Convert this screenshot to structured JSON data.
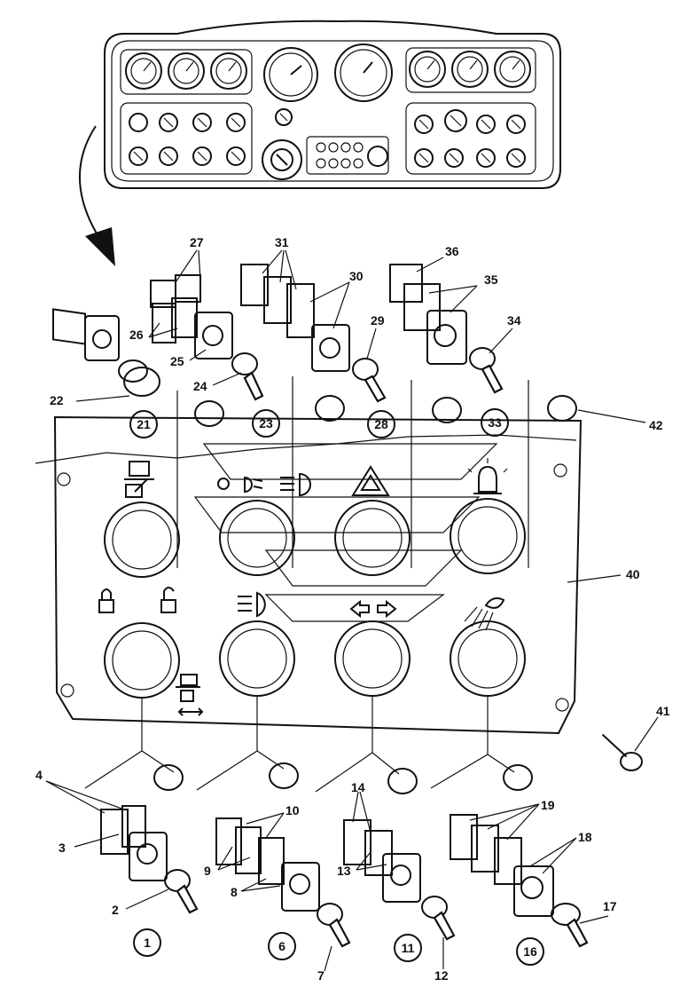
{
  "callouts": {
    "c1": "1",
    "c2": "2",
    "c3": "3",
    "c4": "4",
    "c6": "6",
    "c7": "7",
    "c8": "8",
    "c9": "9",
    "c10": "10",
    "c11": "11",
    "c12": "12",
    "c13": "13",
    "c14": "14",
    "c16": "16",
    "c17": "17",
    "c18": "18",
    "c19": "19",
    "c21": "21",
    "c22": "22",
    "c23": "23",
    "c24": "24",
    "c25": "25",
    "c26": "26",
    "c27": "27",
    "c28": "28",
    "c29": "29",
    "c30": "30",
    "c31": "31",
    "c33": "33",
    "c34": "34",
    "c35": "35",
    "c36": "36",
    "c40": "40",
    "c41": "41",
    "c42": "42"
  },
  "colors": {
    "line": "#111111",
    "background": "#ffffff"
  },
  "icons": [
    "machine-lift-icon",
    "lights-icon",
    "hazard-warning-icon",
    "beacon-icon",
    "unlock-icon",
    "lock-icon",
    "headlight-icon",
    "turn-signal-icon",
    "work-light-icon",
    "machine-shift-icon"
  ]
}
